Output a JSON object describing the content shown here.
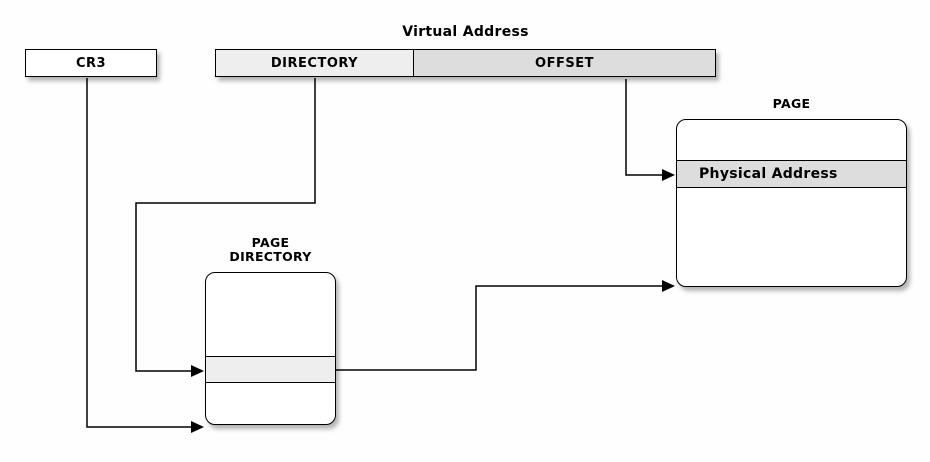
{
  "diagram": {
    "title": "Virtual Address",
    "cr3": {
      "label": "CR3"
    },
    "virtual_address": {
      "directory_label": "DIRECTORY",
      "offset_label": "OFFSET"
    },
    "page_directory": {
      "label_line1": "PAGE",
      "label_line2": "DIRECTORY"
    },
    "page": {
      "label": "PAGE",
      "physical_address_label": "Physical Address"
    },
    "colors": {
      "light_gray": "#eeeeee",
      "mid_gray": "#dddddd",
      "line": "#000000",
      "background": "#fefefe"
    }
  }
}
